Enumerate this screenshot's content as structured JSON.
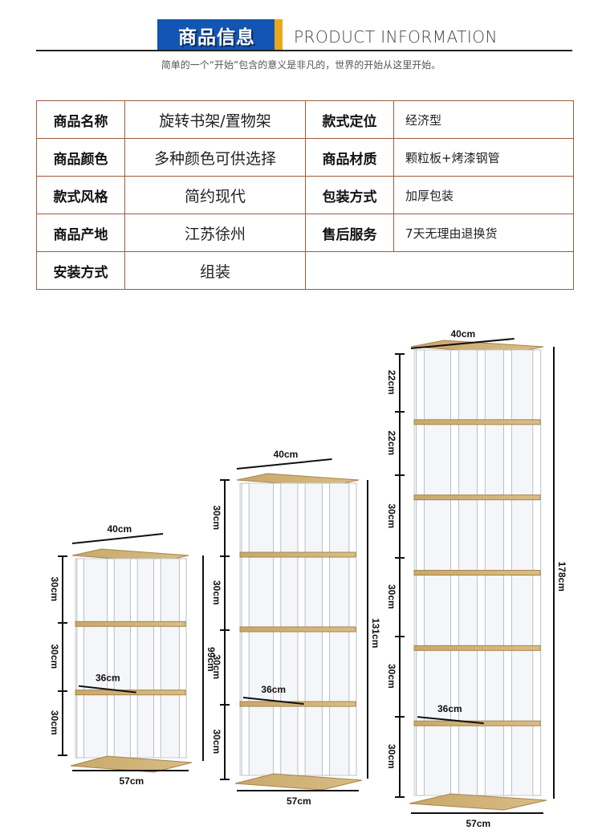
{
  "header": {
    "title_cn": "商品信息",
    "title_en": "PRODUCT INFORMATION",
    "subtitle": "简单的一个“开始”包含的意义是非凡的，世界的开始从这里开始。",
    "accent_color": "#1255b3",
    "tip_color": "#e7a81c"
  },
  "specs": {
    "rows": [
      {
        "label1": "商品名称",
        "value1": "旋转书架/置物架",
        "label2": "款式定位",
        "value2": "经济型"
      },
      {
        "label1": "商品颜色",
        "value1": "多种颜色可供选择",
        "label2": "商品材质",
        "value2": "颗粒板+烤漆钢管"
      },
      {
        "label1": "款式风格",
        "value1": "简约现代",
        "label2": "包装方式",
        "value2": "加厚包装"
      },
      {
        "label1": "商品产地",
        "value1": "江苏徐州",
        "label2": "售后服务",
        "value2": "7天无理由退换货"
      },
      {
        "label1": "安装方式",
        "value1": "组装"
      }
    ],
    "border_color": "#9c5b3d"
  },
  "shelves": [
    {
      "width_top": "40cm",
      "depth": "36cm",
      "base": "57cm",
      "height": "99cm",
      "sections": [
        "30cm",
        "30cm",
        "30cm"
      ]
    },
    {
      "width_top": "40cm",
      "depth": "36cm",
      "base": "57cm",
      "height": "131cm",
      "sections": [
        "30cm",
        "30cm",
        "30cm",
        "30cm"
      ]
    },
    {
      "width_top": "40cm",
      "depth": "36cm",
      "base": "57cm",
      "height": "178cm",
      "sections": [
        "22cm",
        "22cm",
        "30cm",
        "30cm",
        "30cm",
        "30cm"
      ]
    }
  ]
}
